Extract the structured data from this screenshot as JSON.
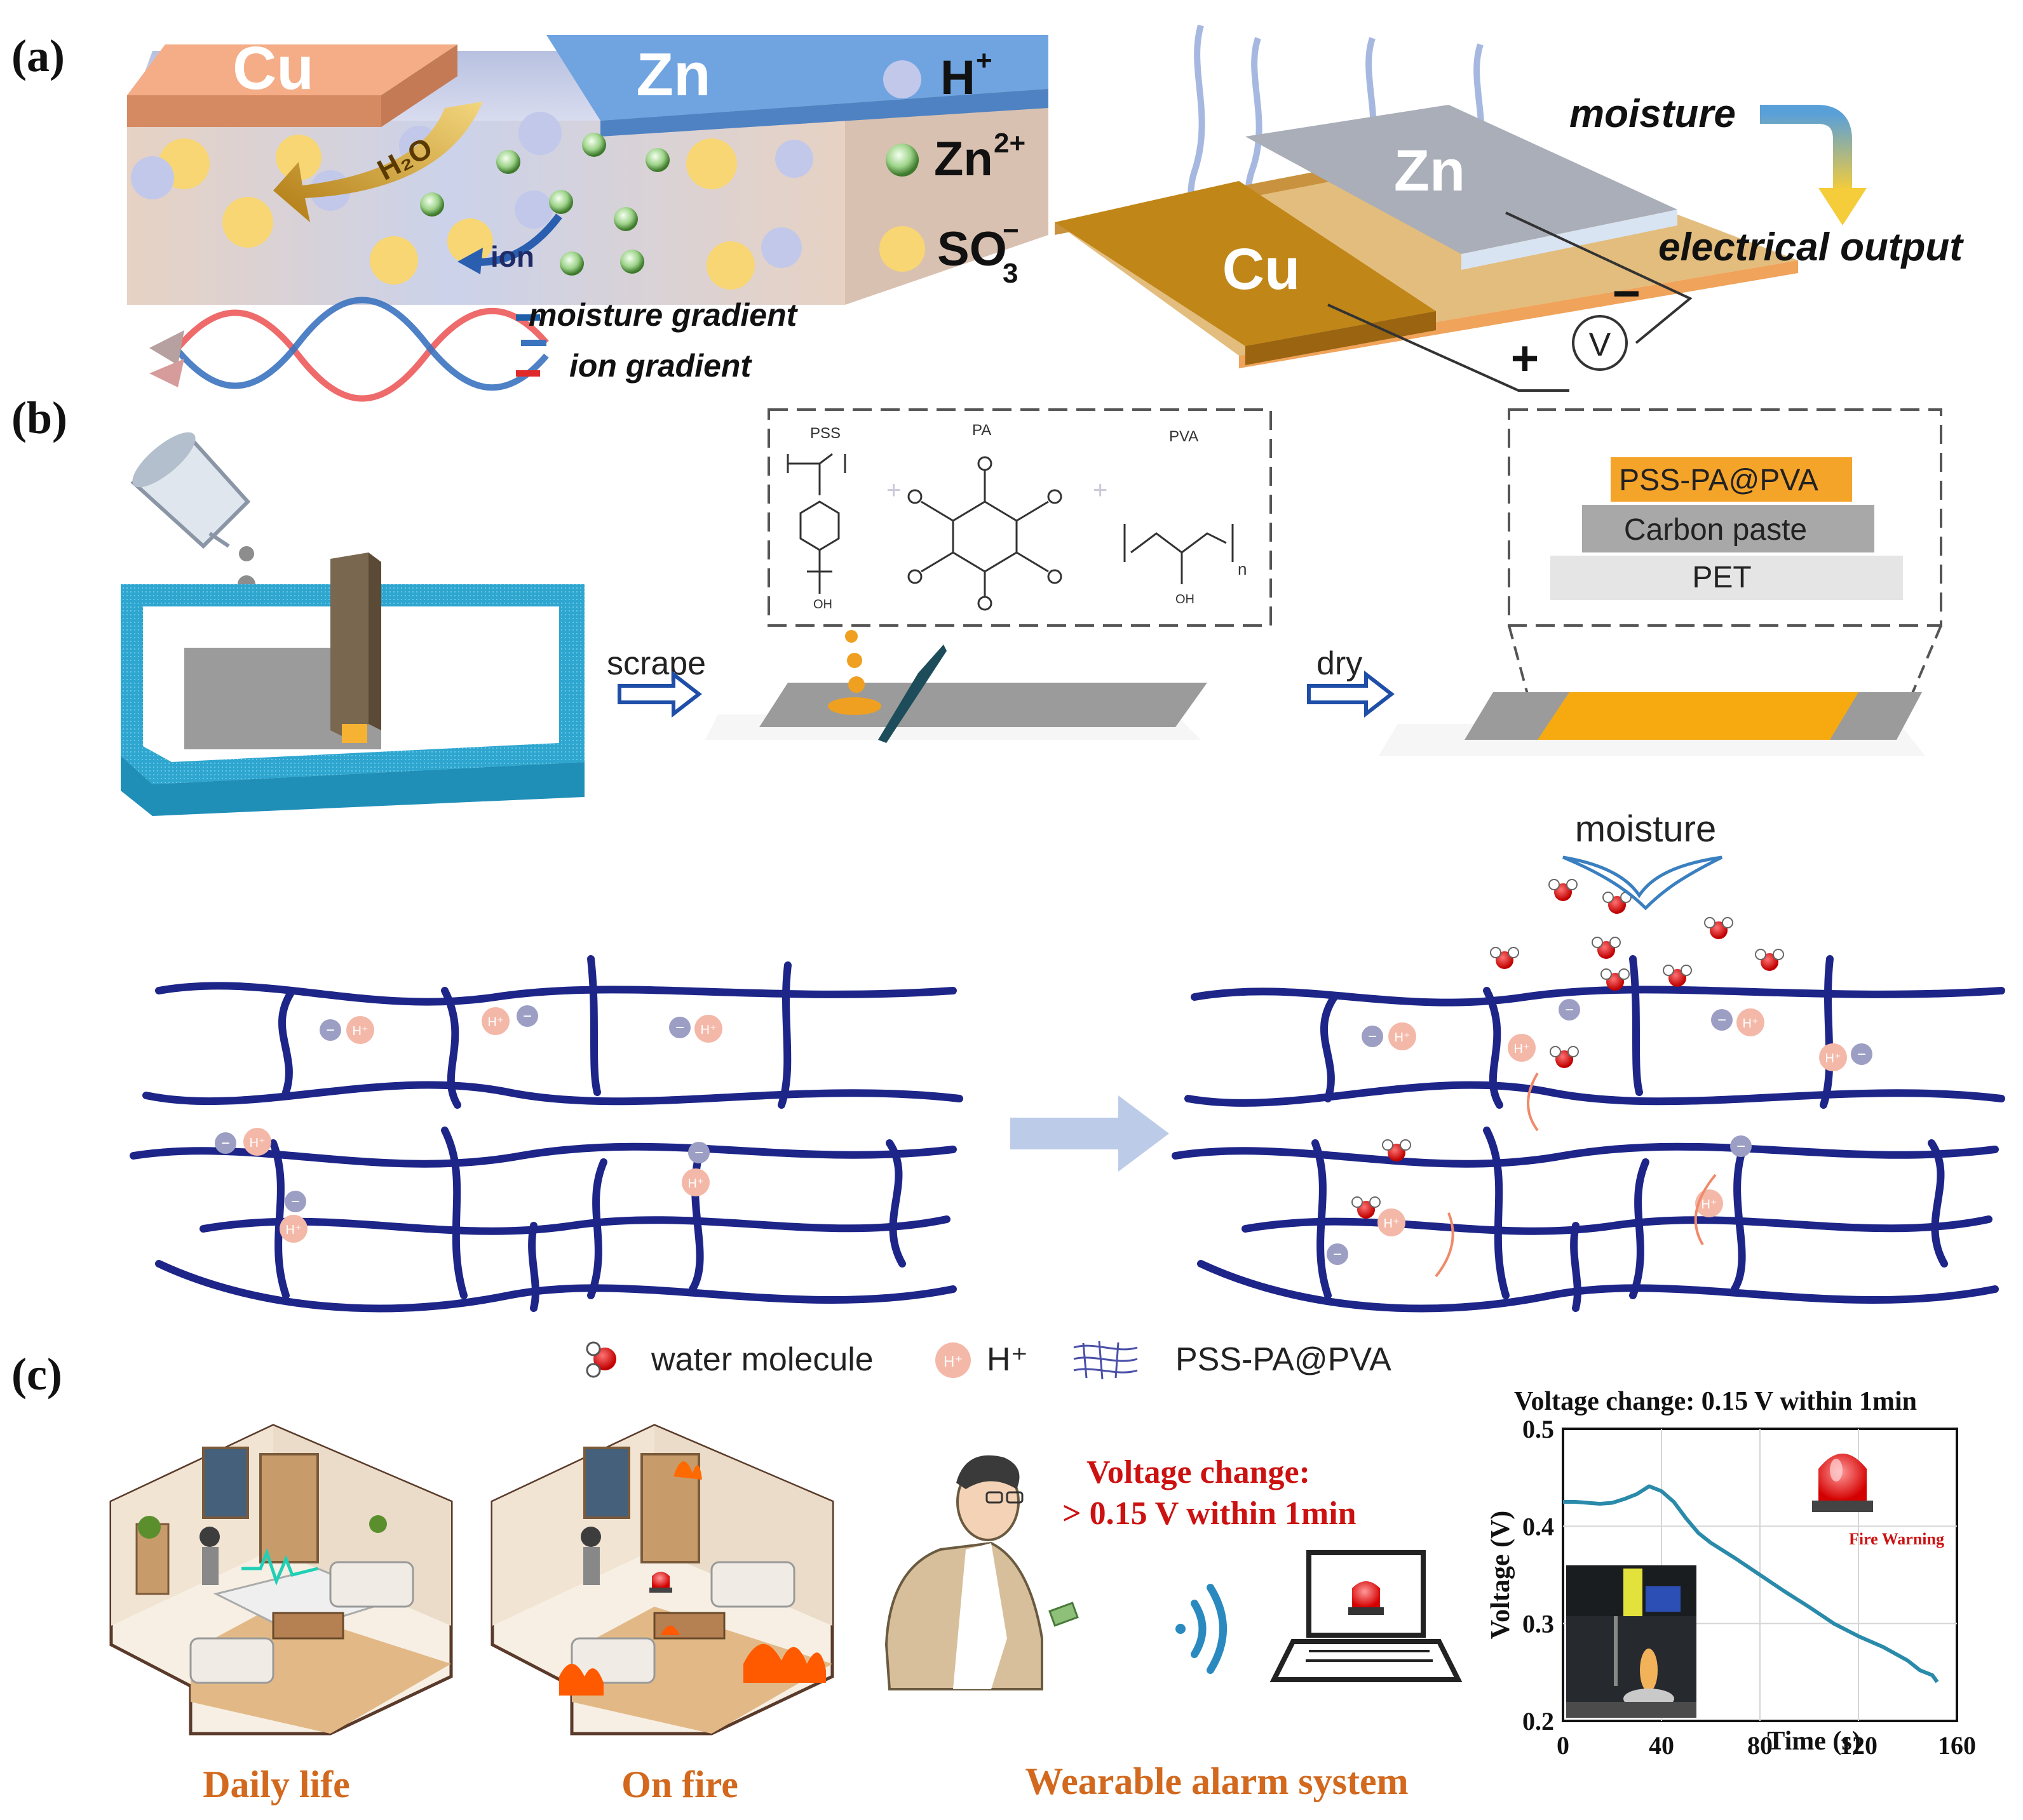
{
  "panels": {
    "a": "(a)",
    "b": "(b)",
    "c": "(c)"
  },
  "panel_a": {
    "metal_left": "Cu",
    "metal_right": "Zn",
    "water": "H₂O",
    "ion": "ion",
    "legend": {
      "proton": "H",
      "proton_sup": "+",
      "zinc": "Zn",
      "zinc_sup": "2+",
      "sulfonate": "SO",
      "sulfonate_sub": "3",
      "sulfonate_sup": "−"
    },
    "gradient_moisture": "moisture gradient",
    "gradient_ion": "ion gradient",
    "device_zn": "Zn",
    "device_cu": "Cu",
    "moisture": "moisture",
    "electrical_output": "electrical output",
    "voltmeter": "V",
    "plus": "+",
    "minus": "−"
  },
  "panel_b": {
    "scrape": "scrape",
    "dry": "dry",
    "chem_pss": "PSS",
    "chem_pa": "PA",
    "chem_pva": "PVA",
    "chem_n": "n",
    "chem_oh": "OH",
    "layer_top": "PSS-PA@PVA",
    "layer_mid": "Carbon paste",
    "layer_bottom": "PET",
    "moisture": "moisture",
    "network_h": "H⁺",
    "network_minus": "−",
    "legend_water": "water molecule",
    "legend_h": "H⁺",
    "legend_h_icon": "H⁺",
    "legend_network": "PSS-PA@PVA"
  },
  "panel_c": {
    "scene1": "Daily life",
    "scene2": "On fire",
    "voltage_note_1": "Voltage change:",
    "voltage_note_2": "> 0.15 V within 1min",
    "system": "Wearable alarm system",
    "fire_warning": "Fire Warning"
  },
  "colors": {
    "cu": "#b8781a",
    "zn": "#5b8fd0",
    "network": "#1e2588",
    "orange_text": "#d2691e",
    "red_text": "#cc1111",
    "accent_yellow": "#f9a825",
    "line": "#2a8aaa"
  },
  "chart_data": {
    "type": "line",
    "title": "Voltage change: 0.15 V within 1min",
    "xlabel": "Time (s)",
    "ylabel": "Voltage (V)",
    "xlim": [
      0,
      160
    ],
    "ylim": [
      0.2,
      0.5
    ],
    "xticks": [
      0,
      40,
      80,
      120,
      160
    ],
    "yticks": [
      0.2,
      0.3,
      0.4,
      0.5
    ],
    "grid": true,
    "series": [
      {
        "x": [
          0,
          5,
          10,
          15,
          20,
          25,
          30,
          35,
          40,
          45,
          50,
          55,
          60,
          70,
          80,
          90,
          100,
          110,
          120,
          130,
          140,
          145,
          150,
          152
        ],
        "y": [
          0.425,
          0.425,
          0.424,
          0.423,
          0.424,
          0.428,
          0.433,
          0.441,
          0.436,
          0.425,
          0.408,
          0.393,
          0.383,
          0.367,
          0.35,
          0.333,
          0.317,
          0.3,
          0.287,
          0.276,
          0.262,
          0.252,
          0.247,
          0.24
        ]
      }
    ]
  }
}
